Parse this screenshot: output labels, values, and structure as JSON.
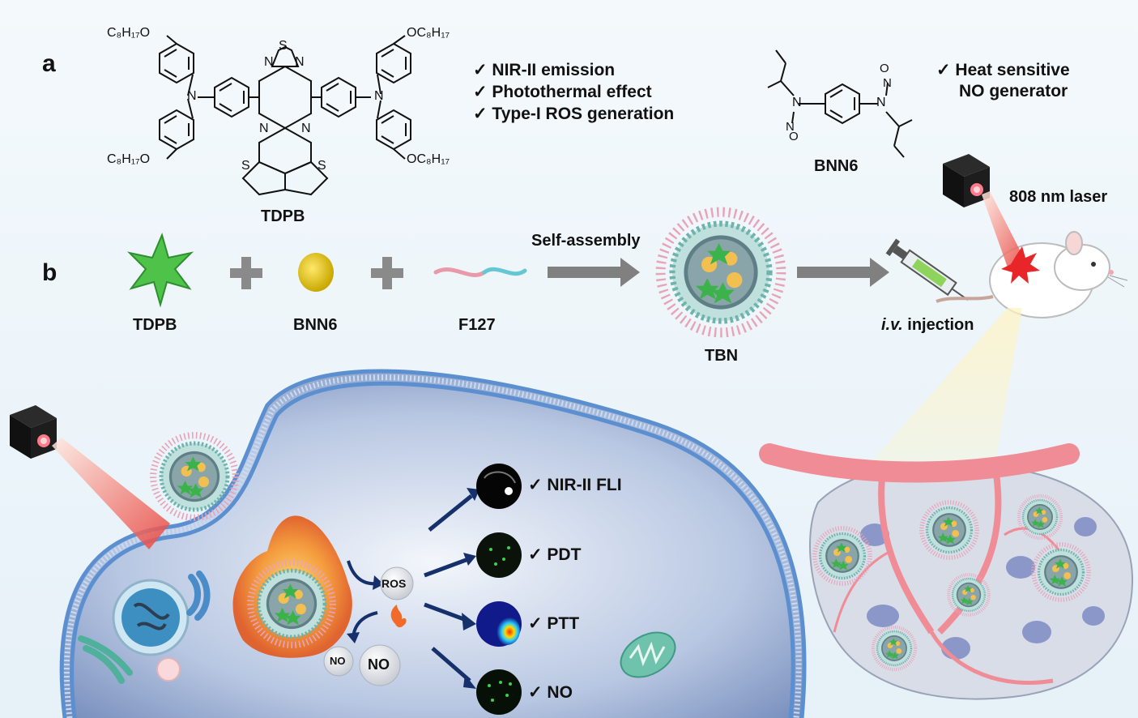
{
  "panel_labels": {
    "a": "a",
    "b": "b"
  },
  "molecules": {
    "tdpb": {
      "name": "TDPB",
      "substituent": "C₈H₁₇O",
      "substituent_right": "OC₈H₁₇",
      "atom_n": "N",
      "atom_s": "S"
    },
    "bnn6": {
      "name": "BNN6",
      "atom_n": "N",
      "atom_o": "O"
    }
  },
  "tdpb_features": [
    "✓ NIR-II emission",
    "✓ Photothermal effect",
    "✓ Type-I ROS generation"
  ],
  "bnn6_features": [
    "✓ Heat sensitive",
    "NO generator"
  ],
  "assembly": {
    "components": [
      "TDPB",
      "BNN6",
      "F127"
    ],
    "step_label": "Self-assembly",
    "product": "TBN",
    "injection_italic": "i.v.",
    "injection_text": " injection",
    "laser": "808 nm laser"
  },
  "cell": {
    "ros": "ROS",
    "no_small": "NO",
    "no_large": "NO",
    "outcomes": [
      "✓ NIR-II FLI",
      "✓ PDT",
      "✓ PTT",
      "✓ NO"
    ]
  },
  "colors": {
    "arrow": "#7f7f7f",
    "navy_arrow": "#16306b",
    "membrane": "#5b8fd0",
    "vessel": "#f08c96",
    "laser": "#ff5a5a"
  }
}
